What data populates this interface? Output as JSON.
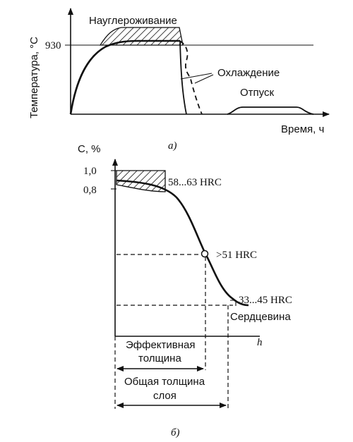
{
  "top_chart": {
    "ylabel": "Температура, °С",
    "xlabel": "Время, ч",
    "temp_tick": "930",
    "carburizing": "Науглероживание",
    "cooling": "Охлаждение",
    "tempering": "Отпуск",
    "caption": "а)"
  },
  "bottom_chart": {
    "ylabel": "С, %",
    "xlabel": "h",
    "tick_high": "1,0",
    "tick_low": "0,8",
    "hardness_surface": "58...63 HRC",
    "hardness_effective": ">51 HRC",
    "hardness_core": "33...45 HRC",
    "core_label": "Сердцевина",
    "effective_line1": "Эффективная",
    "effective_line2": "толщина",
    "total_line1": "Общая толщина",
    "total_line2": "слоя",
    "caption": "б)"
  }
}
